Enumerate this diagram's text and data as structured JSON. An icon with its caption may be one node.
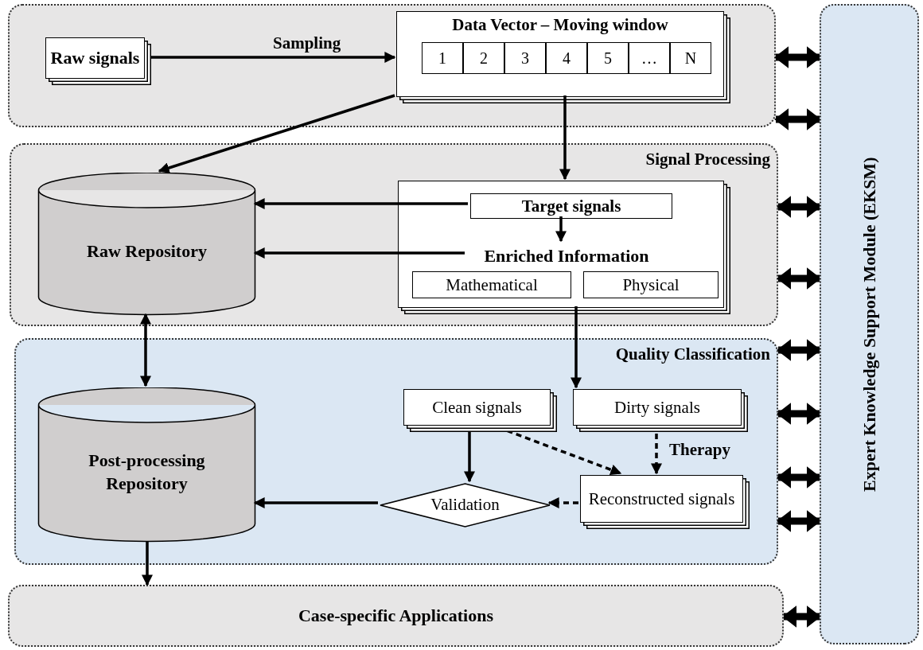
{
  "diagram": {
    "nodes": [
      {
        "text": [],
        "shape": "box"
      },
      {
        "text": [
          "Raw signals"
        ],
        "in": 0
      },
      {
        "text": [
          "Data Vector – Moving window"
        ],
        "in": 0
      },
      {
        "text": [
          "1"
        ],
        "in": 2
      },
      {
        "text": [
          "2"
        ],
        "in": 2
      },
      {
        "text": [
          "3"
        ],
        "in": 2
      },
      {
        "text": [
          "4"
        ],
        "in": 2
      },
      {
        "text": [
          "5"
        ],
        "in": 2
      },
      {
        "text": [
          "…"
        ],
        "in": 2
      },
      {
        "text": [
          "N"
        ],
        "in": 2
      },
      {
        "text": [
          "Signal Processing"
        ]
      },
      {
        "text": [
          "Raw Repository"
        ],
        "in": 10
      },
      {
        "text": [],
        "shape": "box",
        "in": 10
      },
      {
        "text": [
          "Target signals"
        ],
        "in": 12
      },
      {
        "text": [
          "Enriched Information"
        ],
        "in": 12
      },
      {
        "text": [
          "Mathematical"
        ],
        "in": 12
      },
      {
        "text": [
          "Physical"
        ],
        "in": 12
      },
      {
        "text": [
          "Quality Classification"
        ]
      },
      {
        "text": [
          "Post-processing Repository"
        ],
        "in": 17
      },
      {
        "text": [
          "Clean signals"
        ],
        "in": 17
      },
      {
        "text": [
          "Dirty signals"
        ],
        "in": 17
      },
      {
        "text": [
          "Reconstructed signals"
        ],
        "in": 17
      },
      {
        "text": [
          "Validation"
        ],
        "in": 17
      },
      {
        "text": [
          "Case-specific Applications"
        ]
      },
      {
        "text": [
          "Expert Knowledge Support Module (EKSM)"
        ]
      }
    ],
    "edges": [
      {
        "from": 1,
        "to": 2,
        "arrow": "to",
        "label": "Sampling"
      },
      {
        "from": 2,
        "to": 11,
        "arrow": "to"
      },
      {
        "from": 2,
        "to": 12,
        "arrow": "to"
      },
      {
        "from": 13,
        "to": 11,
        "arrow": "to"
      },
      {
        "from": 14,
        "to": 11,
        "arrow": "to"
      },
      {
        "from": 13,
        "to": 14,
        "arrow": "to"
      },
      {
        "from": 11,
        "to": 18,
        "arrow": "both"
      },
      {
        "from": 12,
        "to": 20,
        "arrow": "to"
      },
      {
        "from": 19,
        "to": 22,
        "arrow": "to"
      },
      {
        "from": 19,
        "to": 21,
        "arrow": "to",
        "style": "dashed"
      },
      {
        "from": 20,
        "to": 21,
        "arrow": "to",
        "style": "dashed",
        "label": "Therapy"
      },
      {
        "from": 21,
        "to": 22,
        "arrow": "to",
        "style": "dashed"
      },
      {
        "from": 22,
        "to": 18,
        "arrow": "to"
      },
      {
        "from": 18,
        "to": 23,
        "arrow": "to"
      },
      {
        "from": 24,
        "to": 0,
        "arrow": "both",
        "style": "thick"
      },
      {
        "from": 24,
        "to": 0,
        "arrow": "both",
        "style": "thick"
      },
      {
        "from": 24,
        "to": 10,
        "arrow": "both",
        "style": "thick"
      },
      {
        "from": 24,
        "to": 10,
        "arrow": "both",
        "style": "thick"
      },
      {
        "from": 24,
        "to": 17,
        "arrow": "both",
        "style": "thick"
      },
      {
        "from": 24,
        "to": 17,
        "arrow": "both",
        "style": "thick"
      },
      {
        "from": 24,
        "to": 17,
        "arrow": "both",
        "style": "thick"
      },
      {
        "from": 24,
        "to": 17,
        "arrow": "both",
        "style": "thick"
      },
      {
        "from": 24,
        "to": 23,
        "arrow": "both",
        "style": "thick"
      }
    ]
  }
}
